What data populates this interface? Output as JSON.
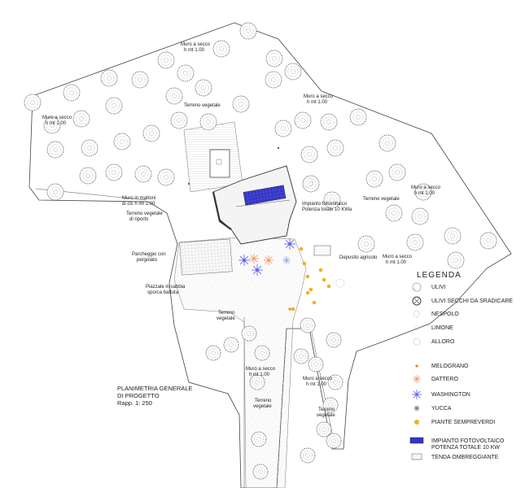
{
  "plan_title": {
    "line1": "PLANIMETRIA GENERALE",
    "line2": "DI PROGETTO",
    "line3": "Rapp.   1: 250"
  },
  "labels": {
    "muro_top_1": "Muro a secco",
    "muro_top_2": "h mt 1.00",
    "terreno_top": "Terreno vegetale",
    "muro_right_1": "Muro a secco",
    "muro_right_2": "h mt 1.00",
    "muro_left_1": "Muro a secco",
    "muro_left_2": "h mt 1.00",
    "muro_mattoni_1": "Muro in mattoni",
    "muro_mattoni_2": "di cls h mt 2.00",
    "terreno_riporto_1": "Terreno vegetale",
    "terreno_riporto_2": "di riporto",
    "impianto_1": "Impianto fotovoltaico",
    "impianto_2": "Potenza totale 10 KWa",
    "terreno_east": "Terreno vegetale",
    "muro_east_1": "Muro a secco",
    "muro_east_2": "h mt 1.00",
    "parcheggio_1": "Parcheggio con",
    "parcheggio_2": "pergolato",
    "deposito": "Deposito agricolo",
    "muro_dep_1": "Muro a secco",
    "muro_dep_2": "h mt 1.00",
    "piazzale_1": "Piazzale in sabbia",
    "piazzale_2": "sporca battuta",
    "terreno_mid_1": "Terreno",
    "terreno_mid_2": "vegetale",
    "muro_bl_1": "Muro a secco",
    "muro_bl_2": "h mt 1.00",
    "muro_br_1": "Muro a secco",
    "muro_br_2": "h mt 1.00",
    "terreno_bl_1": "Terreno",
    "terreno_bl_2": "vegetale",
    "terreno_br_1": "Terreno",
    "terreno_br_2": "vegetale"
  },
  "legend": {
    "title": "LEGENDA",
    "items": [
      {
        "label": "ULIVI",
        "icon": "olive-tree-icon"
      },
      {
        "label": "ULIVI SECCHI DA SRADICARE",
        "icon": "dry-olive-icon"
      },
      {
        "label": "NESPOLO",
        "icon": "loquat-icon"
      },
      {
        "label": "LIMONE",
        "icon": "lemon-icon"
      },
      {
        "label": "ALLORO",
        "icon": "laurel-icon"
      },
      {
        "label": "MELOGRANO",
        "icon": "pomegranate-icon"
      },
      {
        "label": "DATTERO",
        "icon": "date-palm-icon"
      },
      {
        "label": "WASHINGTON",
        "icon": "washington-palm-icon"
      },
      {
        "label": "YUCCA",
        "icon": "yucca-icon"
      },
      {
        "label": "PIANTE SEMPREVERDI",
        "icon": "evergreen-icon"
      },
      {
        "label": "IMPIANTO FOTOVOLTAICO",
        "label2": "POTENZA TOTALE 10 KW",
        "icon": "solar-panel-icon"
      },
      {
        "label": "TENDA OMBREGGIANTE",
        "icon": "shade-tent-icon"
      }
    ]
  },
  "colors": {
    "solar": "#3535c8",
    "washington": "#6a6ae6",
    "dattero": "#f0a070",
    "evergreen": "#f2b21a",
    "melograno": "#e08a2a",
    "alloro": "#9aaee6",
    "olive_stroke": "#555555"
  }
}
